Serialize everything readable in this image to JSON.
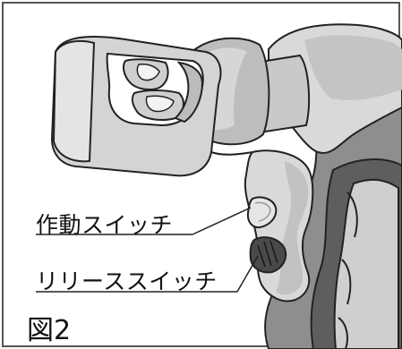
{
  "figure": {
    "callouts": {
      "work_switch": "作動スイッチ",
      "release_switch": "リリーススイッチ"
    },
    "caption": "図2"
  },
  "colors": {
    "outline": "#222222",
    "body_light": "#d9d9d9",
    "body_mid": "#b8b8b8",
    "body_dark": "#8e8e8e",
    "grip_dark": "#5e5e5e",
    "highlight": "#eeeeee",
    "border": "#555555"
  },
  "icons": {
    "tool": "hydraulic-crimping-tool-icon"
  }
}
